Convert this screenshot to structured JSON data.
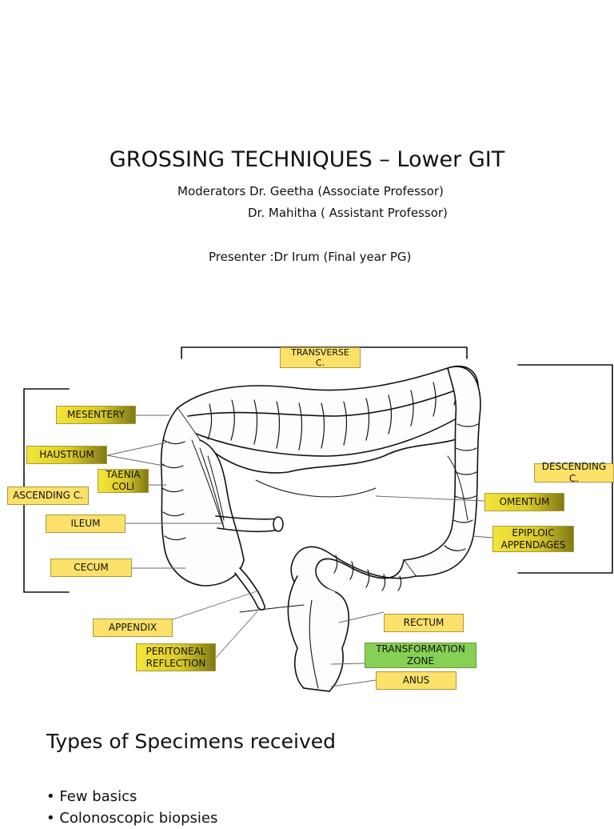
{
  "title": "GROSSING TECHNIQUES – Lower GIT",
  "moderators_line1": "Moderators Dr. Geetha (Associate Professor)",
  "moderators_line2": "Dr. Mahitha ( Assistant Professor)",
  "presenter": "Presenter :Dr Irum (Final year PG)",
  "diagram_labels": {
    "transverse": "TRANSVERSE\nC.",
    "mesentery": "MESENTERY",
    "haustrum": "HAUSTRUM",
    "taenia": "TAENIA\nCOLI",
    "ascending": "ASCENDING C.",
    "descending": "DESCENDING\nC.",
    "omentum": "OMENTUM",
    "epiploic": "EPIPLOIC\nAPPENDAGES",
    "ileum": "ILEUM",
    "cecum": "CECUM",
    "appendix": "APPENDIX",
    "peritoneal": "PERITONEAL\nREFLECTION",
    "rectum": "RECTUM",
    "transformation": "TRANSFORMATION\nZONE",
    "anus": "ANUS"
  },
  "section_title": "Types of Specimens received",
  "bullets": [
    "Few basics",
    "Colonoscopic biopsies"
  ],
  "colors": {
    "label_yellow": "#fbe06a",
    "label_green": "#87cf55"
  }
}
